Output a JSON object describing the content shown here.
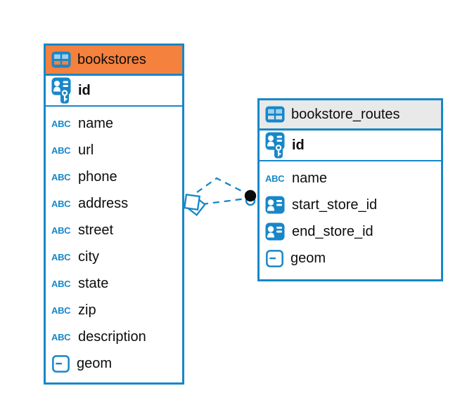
{
  "canvas": {
    "background": "#ffffff"
  },
  "colors": {
    "accent_blue": "#1787c9",
    "bookstores_header_bg": "#f5813e",
    "routes_header_bg": "#e9e9e9",
    "relationship_endpoint_dot": "#000000",
    "field_text": "#0d0d0d"
  },
  "icons": {
    "text_type_label": "ABC"
  },
  "tables": [
    {
      "name": "bookstores",
      "primary_key": "id",
      "fields": [
        {
          "label": "name",
          "type": "text"
        },
        {
          "label": "url",
          "type": "text"
        },
        {
          "label": "phone",
          "type": "text"
        },
        {
          "label": "address",
          "type": "text"
        },
        {
          "label": "street",
          "type": "text"
        },
        {
          "label": "city",
          "type": "text"
        },
        {
          "label": "state",
          "type": "text"
        },
        {
          "label": "zip",
          "type": "text"
        },
        {
          "label": "description",
          "type": "text"
        },
        {
          "label": "geom",
          "type": "geometry"
        }
      ]
    },
    {
      "name": "bookstore_routes",
      "primary_key": "id",
      "fields": [
        {
          "label": "name",
          "type": "text"
        },
        {
          "label": "start_store_id",
          "type": "foreign_key"
        },
        {
          "label": "end_store_id",
          "type": "foreign_key"
        },
        {
          "label": "geom",
          "type": "geometry"
        }
      ]
    }
  ],
  "relationships": {
    "from_table": "bookstores",
    "to_table": "bookstore_routes",
    "line_style": "dashed",
    "line_count": 2
  }
}
